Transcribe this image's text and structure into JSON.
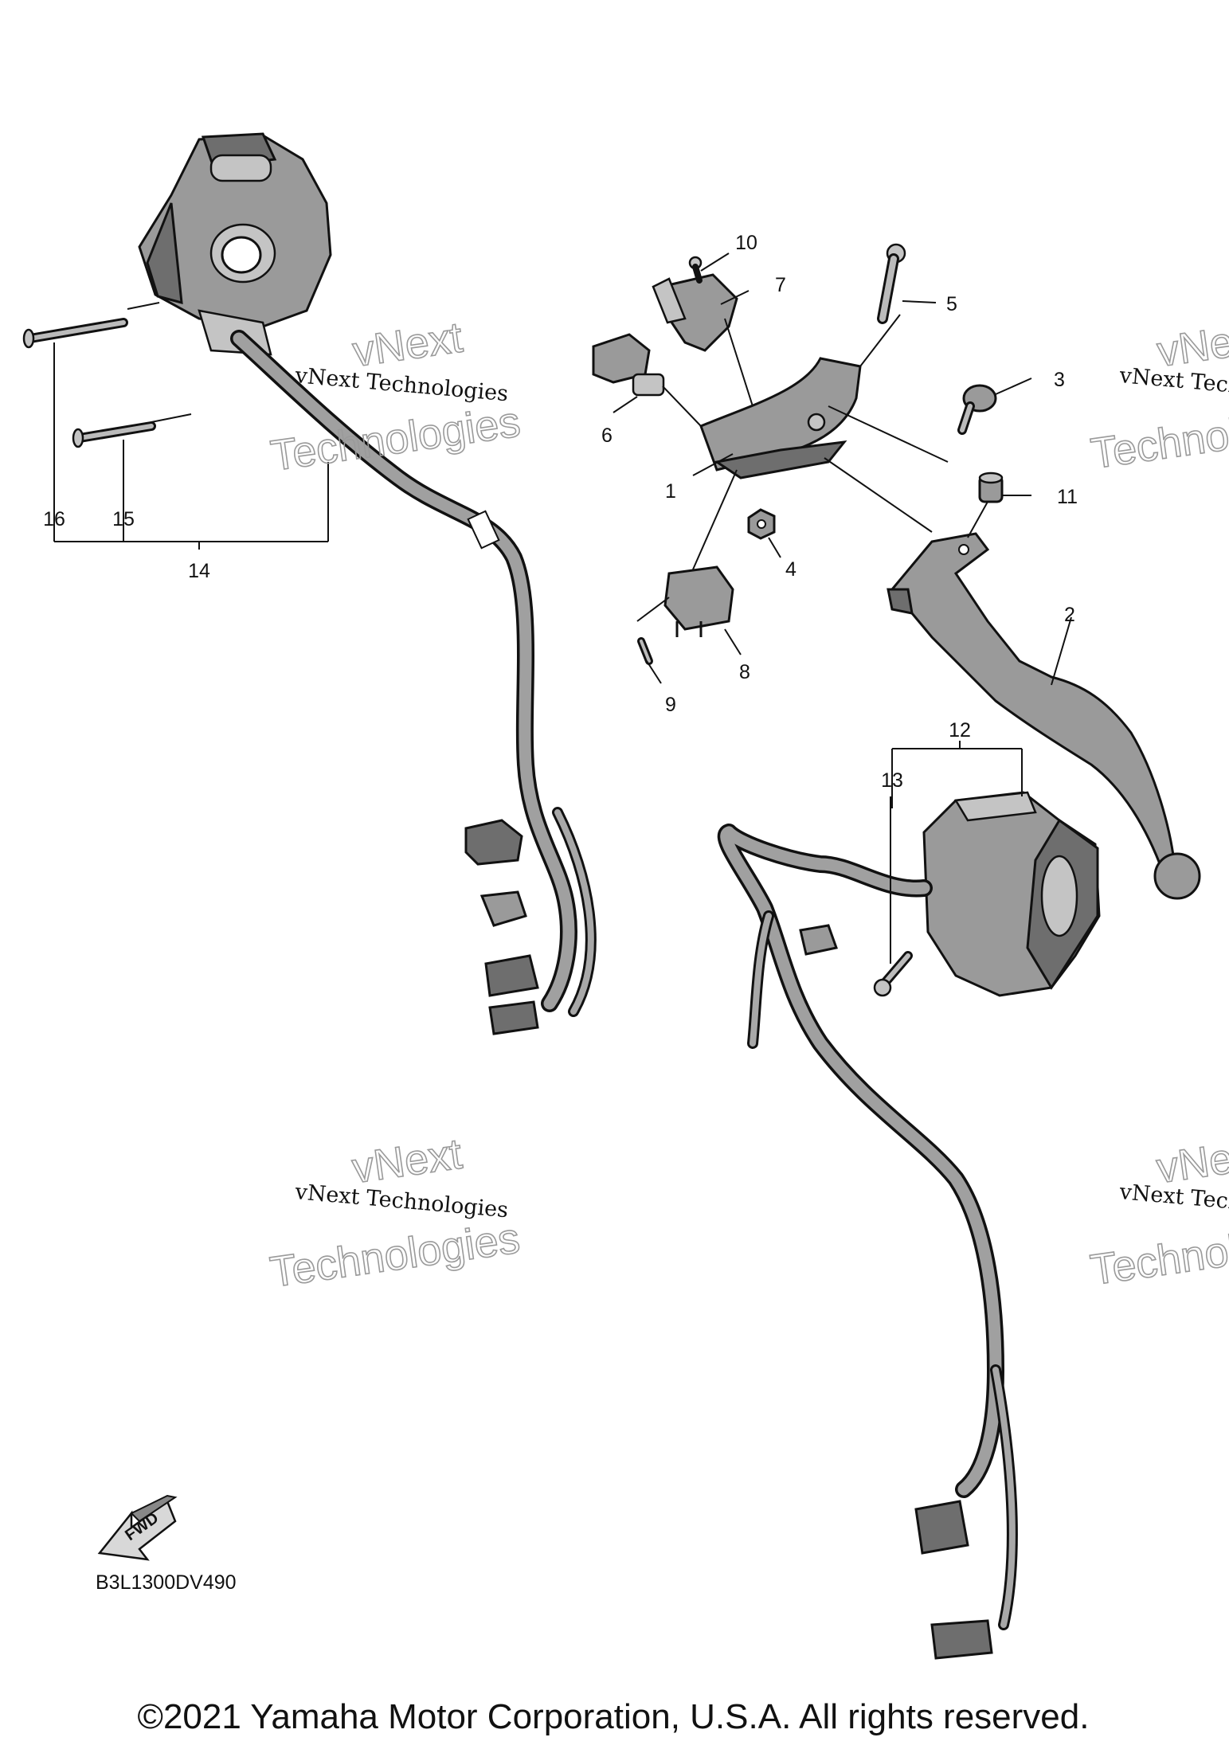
{
  "callouts": {
    "c1": "1",
    "c2": "2",
    "c3": "3",
    "c4": "4",
    "c5": "5",
    "c6": "6",
    "c7": "7",
    "c8": "8",
    "c9": "9",
    "c10": "10",
    "c11": "11",
    "c12": "12",
    "c13": "13",
    "c14": "14",
    "c15": "15",
    "c16": "16"
  },
  "watermarks": {
    "line1": "vNext Technologies",
    "large1": "vNext",
    "large2": "Technologies"
  },
  "fwd_label": "FWD",
  "diagram_code": "B3L1300DV490",
  "copyright": "©2021 Yamaha Motor Corporation, U.S.A. All rights reserved."
}
